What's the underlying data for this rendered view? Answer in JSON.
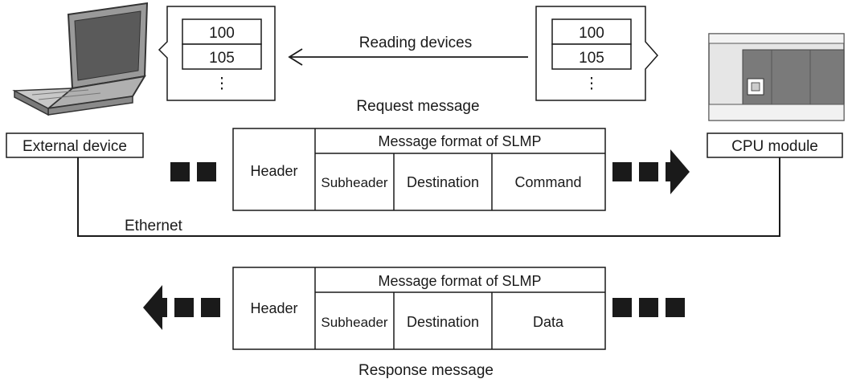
{
  "external_device": {
    "label": "External device",
    "device_values": [
      "100",
      "105"
    ]
  },
  "cpu_module": {
    "label": "CPU module",
    "device_values": [
      "100",
      "105"
    ]
  },
  "reading_label": "Reading devices",
  "network_label": "Ethernet",
  "request": {
    "caption": "Request message",
    "header": "Header",
    "format_title": "Message format of SLMP",
    "fields": [
      "Subheader",
      "Destination",
      "Command"
    ]
  },
  "response": {
    "caption": "Response message",
    "header": "Header",
    "format_title": "Message format of SLMP",
    "fields": [
      "Subheader",
      "Destination",
      "Data"
    ]
  },
  "ellipsis": "⋮",
  "colors": {
    "line": "#1a1a1a",
    "laptop_body": "#9a9a9a",
    "laptop_screen": "#5a5a5a",
    "plc_body": "#e6e6e6",
    "plc_panel": "#7a7a7a"
  }
}
